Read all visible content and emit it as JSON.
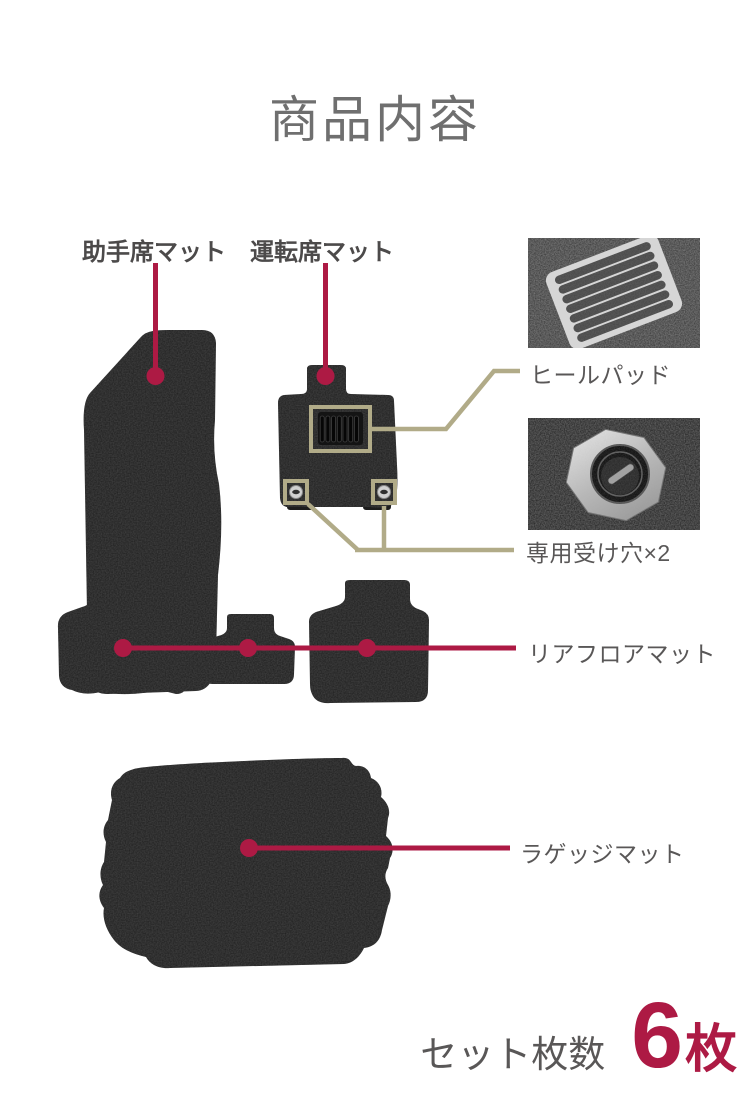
{
  "title": "商品内容",
  "colors": {
    "accent_red": "#ad1a44",
    "line_tan": "#b1ab88",
    "label_gray": "#595757",
    "title_gray": "#6f6f6f",
    "mat_black": "#1d1d1d"
  },
  "callouts": {
    "passenger_mat": "助手席マット",
    "driver_mat": "運転席マット",
    "heel_pad": "ヒールパッド",
    "receiving_holes": "専用受け穴×2",
    "rear_floor_mat": "リアフロアマット",
    "luggage_mat": "ラゲッジマット"
  },
  "footer": {
    "set_count_label": "セット枚数",
    "set_count_value": "6",
    "set_count_unit": "枚"
  }
}
